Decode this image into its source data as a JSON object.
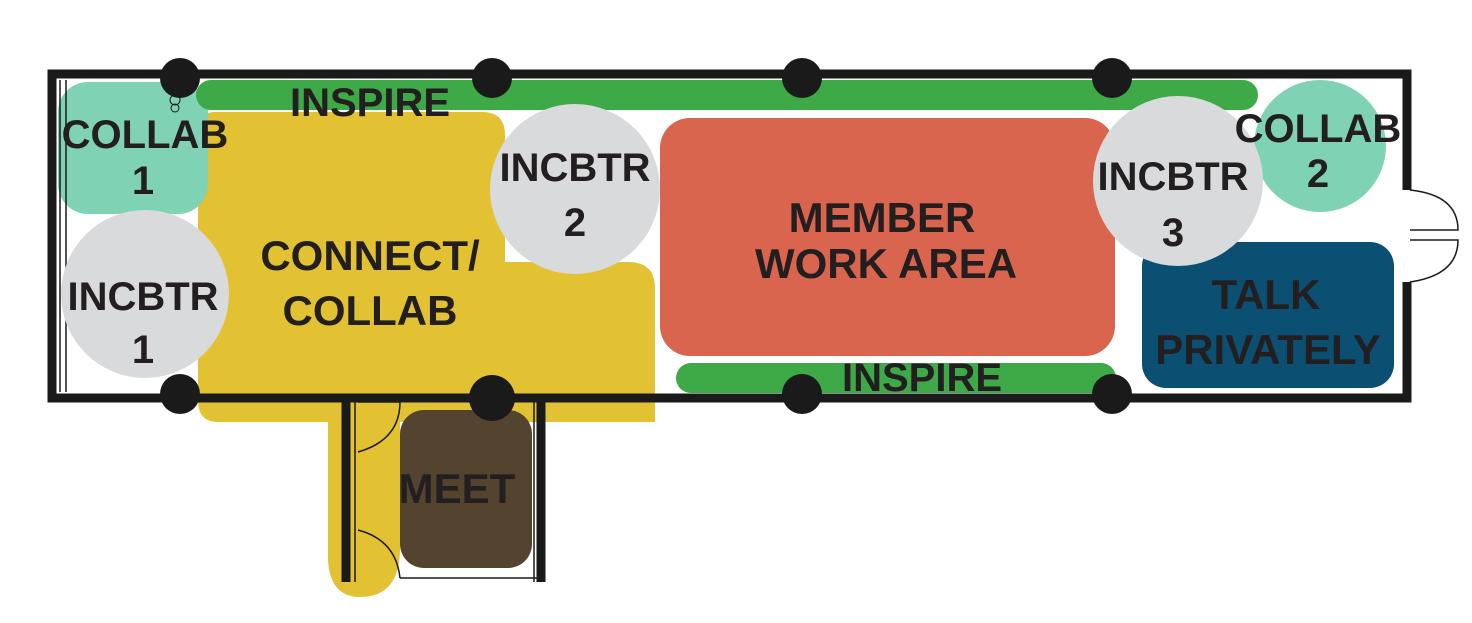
{
  "colors": {
    "wall": "#1a1a1a",
    "inspire": "#3daa47",
    "collab": "#7fd3b4",
    "incubator": "#d9dadb",
    "connect": "#e2c232",
    "member_work": "#d9654e",
    "talk": "#0b4f72",
    "meet": "#54432f",
    "background": "#ffffff"
  },
  "zones": {
    "inspire_top": {
      "label": "INSPIRE"
    },
    "inspire_bottom": {
      "label": "INSPIRE"
    },
    "collab_1": {
      "line1": "COLLAB",
      "line2": "1"
    },
    "collab_2": {
      "line1": "COLLAB",
      "line2": "2"
    },
    "incbtr_1": {
      "line1": "INCBTR",
      "line2": "1"
    },
    "incbtr_2": {
      "line1": "INCBTR",
      "line2": "2"
    },
    "incbtr_3": {
      "line1": "INCBTR",
      "line2": "3"
    },
    "connect_collab": {
      "line1": "CONNECT/",
      "line2": "COLLAB"
    },
    "member_work_area": {
      "line1": "MEMBER",
      "line2": "WORK AREA"
    },
    "talk_privately": {
      "line1": "TALK",
      "line2": "PRIVATELY"
    },
    "meet": {
      "label": "MEET"
    }
  }
}
